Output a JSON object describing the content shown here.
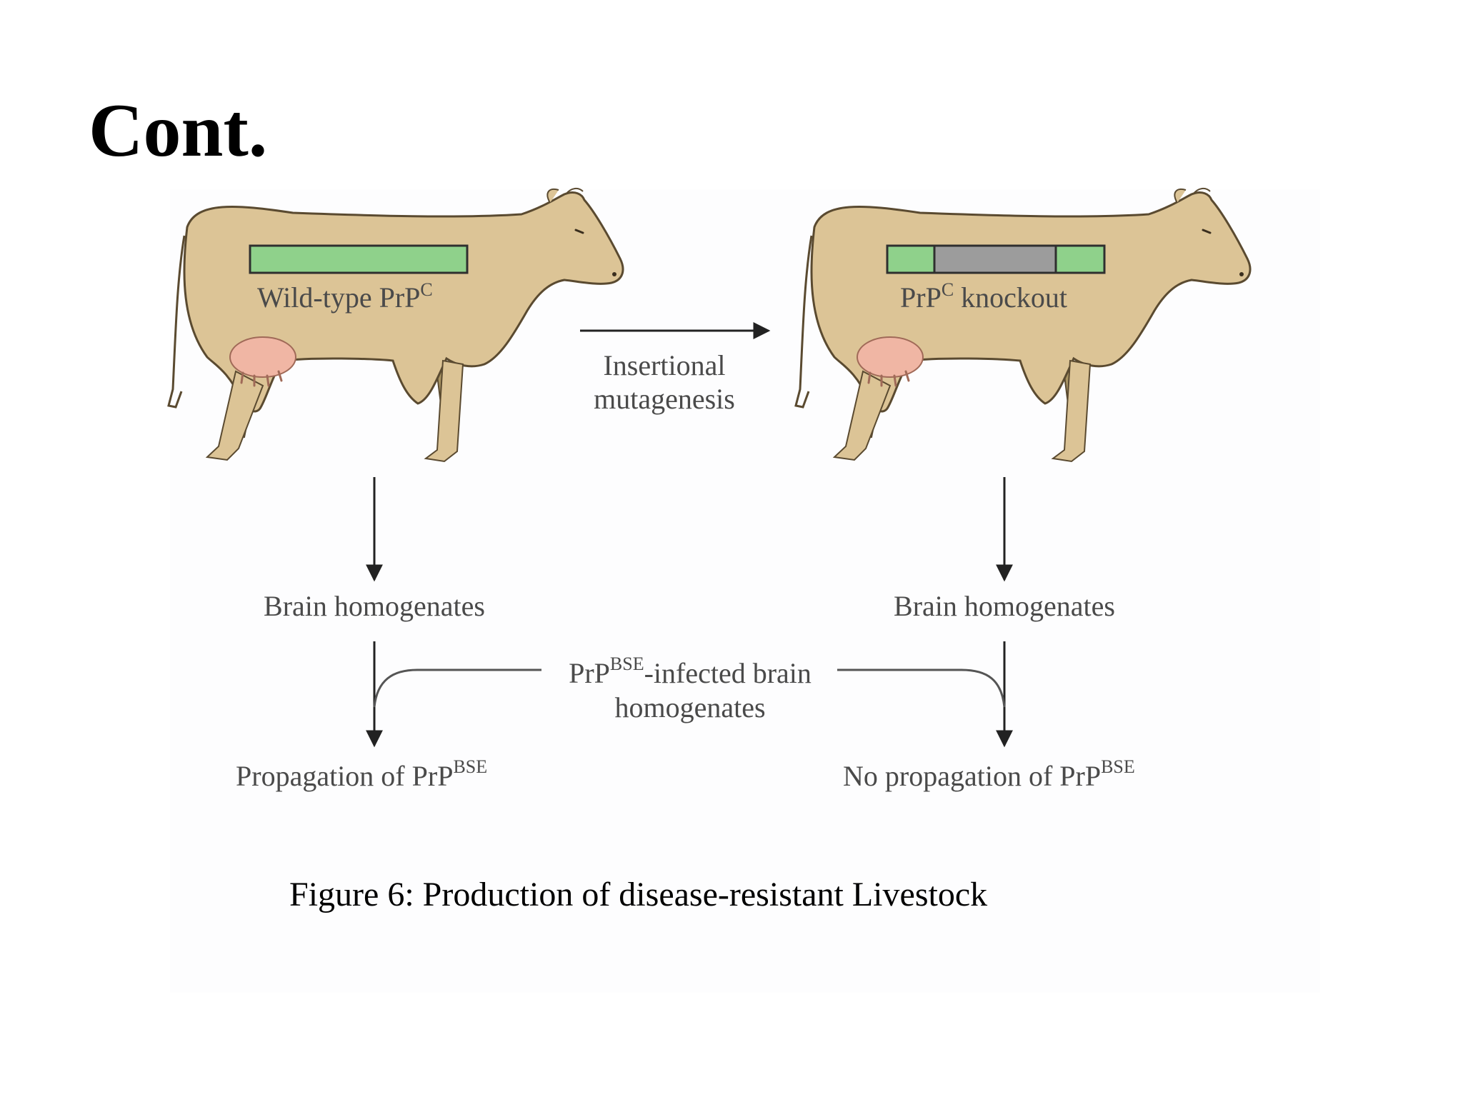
{
  "slide": {
    "title": "Cont.",
    "caption": "Figure 6: Production of disease-resistant Livestock"
  },
  "diagram": {
    "left_cow": {
      "label": "Wild-type PrP",
      "label_sup": "C",
      "gene_bar": "intact"
    },
    "right_cow": {
      "label": "PrP",
      "label_sup": "C",
      "label_rest": " knockout",
      "gene_bar": "disrupted"
    },
    "transition": {
      "line1": "Insertional",
      "line2": "mutagenesis"
    },
    "left_branch": {
      "step1": "Brain homogenates",
      "result": "Propagation of PrP",
      "result_sup": "BSE"
    },
    "right_branch": {
      "step1": "Brain homogenates",
      "result": "No propagation of PrP",
      "result_sup": "BSE"
    },
    "inoculum": {
      "line1_pre": "PrP",
      "line1_sup": "BSE",
      "line1_post": "-infected brain",
      "line2": "homogenates"
    }
  },
  "colors": {
    "cow_body": "#dcc496",
    "cow_outline": "#5a4a30",
    "udder": "#f0b6a4",
    "leg_shadow": "#a99463",
    "gene_green": "#8fd18b",
    "gene_insert_gray": "#9c9c9c",
    "text": "#4a4a4a",
    "arrow": "#222222"
  }
}
